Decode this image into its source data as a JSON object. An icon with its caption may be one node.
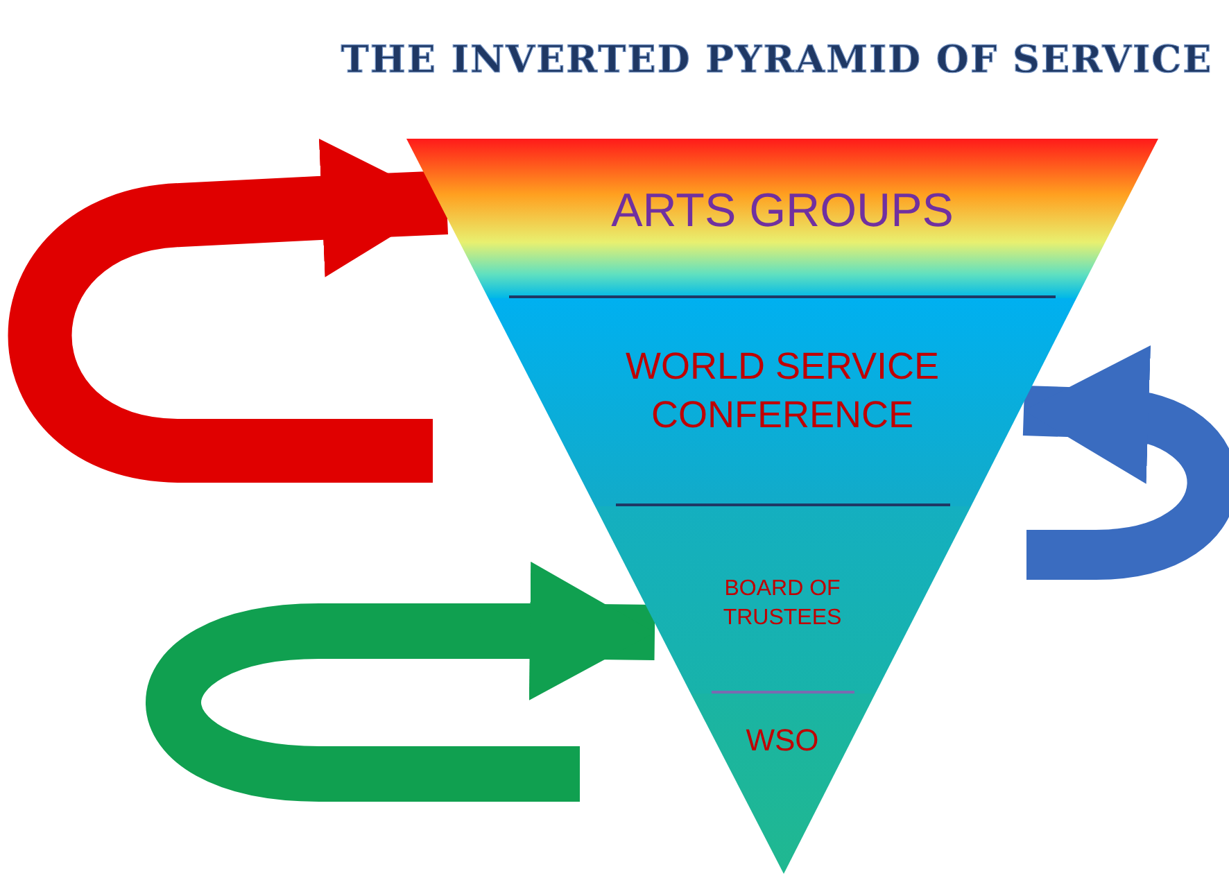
{
  "diagram": {
    "title": "THE INVERTED PYRAMID OF SERVICE",
    "nodes": [
      {
        "text": [
          "ARTS GROUPS"
        ]
      },
      {
        "text": [
          "WORLD SERVICE CONFERENCE"
        ]
      },
      {
        "text": [
          "BOARD OF TRUSTEES"
        ]
      },
      {
        "text": [
          "WSO"
        ]
      }
    ],
    "edges": [
      {
        "from": null,
        "to": 0,
        "arrow": "to",
        "color": "#e00000"
      },
      {
        "from": null,
        "to": 1,
        "arrow": "to",
        "color": "#3a6cc0"
      },
      {
        "from": null,
        "to": 2,
        "arrow": "to",
        "color": "#10a050"
      }
    ]
  }
}
